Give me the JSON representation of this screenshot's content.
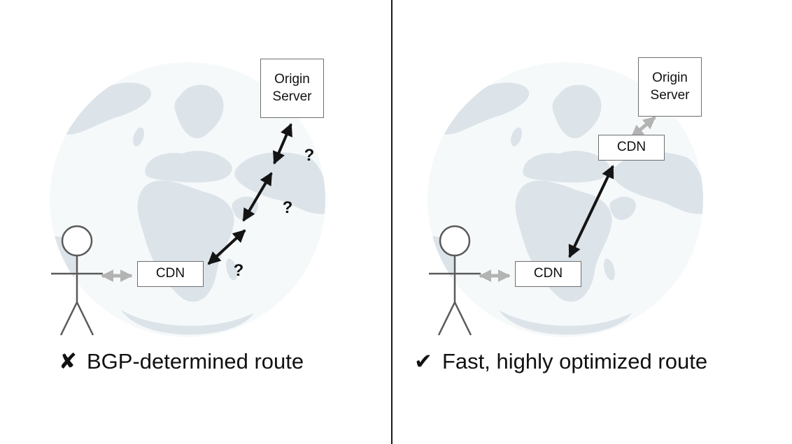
{
  "left_panel": {
    "origin_server_box": {
      "line1": "Origin",
      "line2": "Server"
    },
    "cdn_box": "CDN",
    "question_marks": [
      "?",
      "?",
      "?"
    ],
    "caption": {
      "mark": "✘",
      "text": "BGP-determined route"
    }
  },
  "right_panel": {
    "origin_server_box": {
      "line1": "Origin",
      "line2": "Server"
    },
    "cdn_edge_box": "CDN",
    "cdn_lower_box": "CDN",
    "caption": {
      "mark": "✔",
      "text": "Fast, highly optimized route"
    }
  },
  "colors": {
    "land": "#dce4ea",
    "ocean": "#f6f9fa",
    "arrow_black": "#141414",
    "arrow_gray": "#b3b3b3",
    "figure": "#5a5a5a",
    "box_border": "#6e6e6e",
    "text": "#111111",
    "divider": "#1a1a1a"
  }
}
